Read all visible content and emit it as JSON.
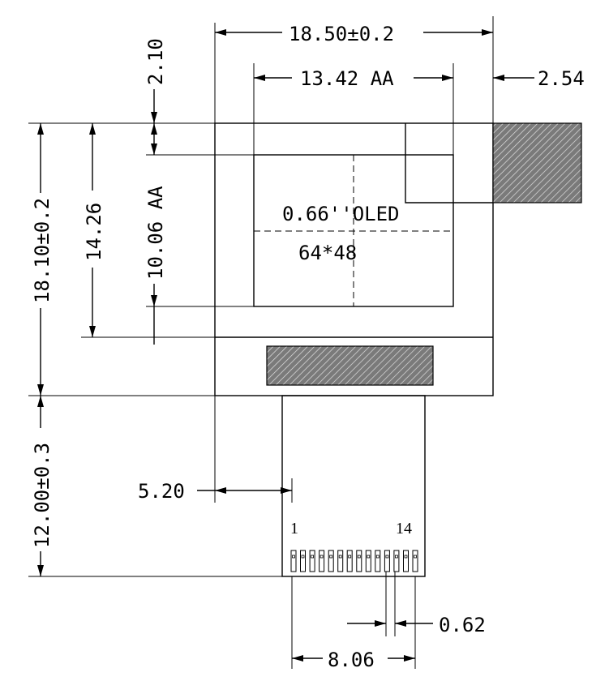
{
  "dimensions": {
    "overall_width": "18.50±0.2",
    "active_area_width": "13.42 AA",
    "offset_right": "2.54",
    "offset_top": "2.10",
    "overall_height": "18.10±0.2",
    "glass_height": "14.26",
    "active_area_height": "10.06 AA",
    "fpc_length": "12.00±0.3",
    "fpc_offset": "5.20",
    "pin_pitch": "0.62",
    "pin_span": "8.06"
  },
  "display": {
    "size": "0.66''OLED",
    "resolution": "64*48"
  },
  "pins": {
    "first": "1",
    "last": "14",
    "count": 14
  },
  "colors": {
    "line": "#000000",
    "background": "#ffffff"
  }
}
